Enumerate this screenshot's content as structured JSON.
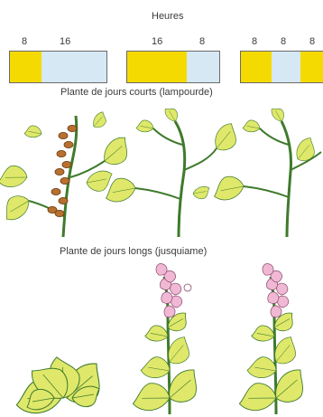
{
  "header": {
    "title": "Heures"
  },
  "bars": [
    {
      "labels": [
        "8",
        "16"
      ],
      "segments": [
        {
          "kind": "day",
          "hours": 8
        },
        {
          "kind": "night",
          "hours": 16
        }
      ]
    },
    {
      "labels": [
        "16",
        "8"
      ],
      "segments": [
        {
          "kind": "day",
          "hours": 16
        },
        {
          "kind": "night",
          "hours": 8
        }
      ]
    },
    {
      "labels": [
        "8",
        "8",
        "8"
      ],
      "segments": [
        {
          "kind": "day",
          "hours": 8
        },
        {
          "kind": "night",
          "hours": 8
        },
        {
          "kind": "day",
          "hours": 8
        }
      ]
    }
  ],
  "sections": {
    "short_day": {
      "caption": "Plante de jours courts (lampourde)"
    },
    "long_day": {
      "caption": "Plante de jours longs (jusquiame)"
    }
  },
  "colors": {
    "day": "#f4da00",
    "night": "#d6e8f4",
    "leaf": "#dfe86a",
    "stem": "#3f7a2c",
    "flower": "#f0b8d4",
    "burr": "#b8702e"
  }
}
